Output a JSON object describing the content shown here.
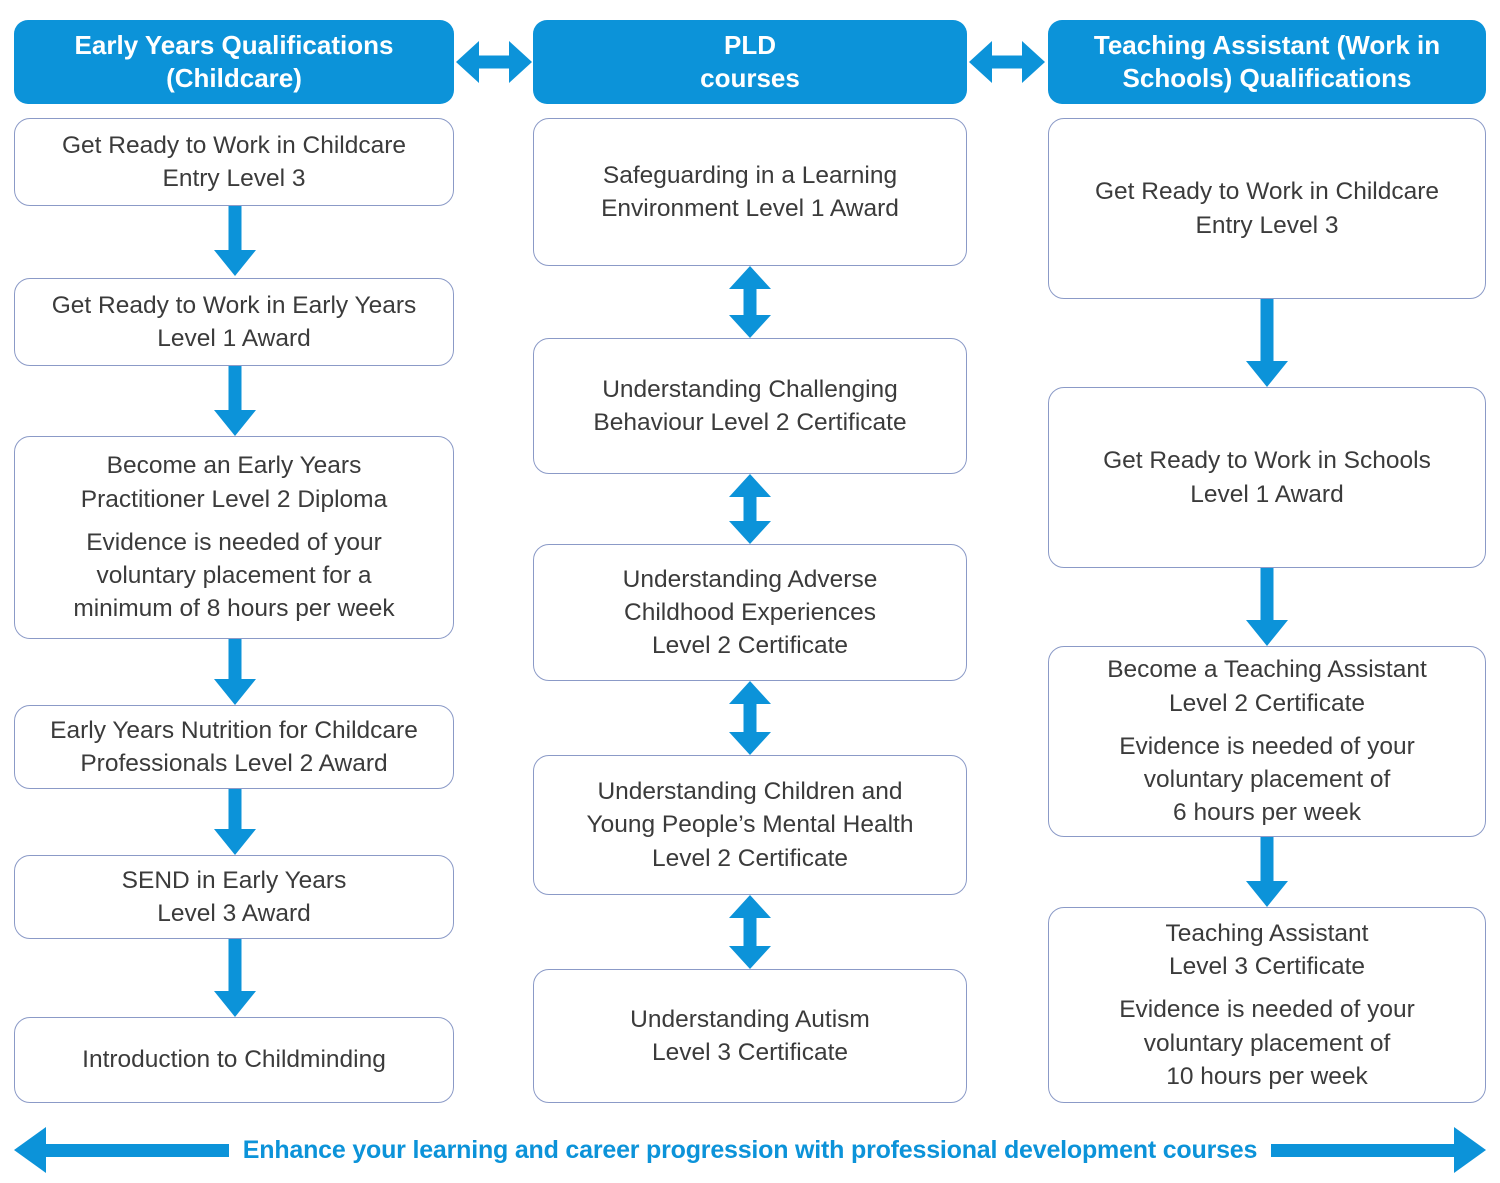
{
  "theme": {
    "accent_blue": "#0c93d9",
    "box_border": "#8b9ac7",
    "box_text": "#3b3b3b",
    "header_text": "#ffffff",
    "background": "#ffffff"
  },
  "columns": [
    {
      "id": "early-years",
      "header": "Early Years Qualifications\n(Childcare)",
      "connector_type": "single-down-arrow",
      "boxes": [
        {
          "title": "Get Ready to Work in Childcare\nEntry Level 3",
          "note": ""
        },
        {
          "title": "Get Ready to Work in Early Years\nLevel 1 Award",
          "note": ""
        },
        {
          "title": "Become an Early Years\nPractitioner Level 2 Diploma",
          "note": "Evidence is needed of your\nvoluntary placement for a\nminimum of 8 hours per week"
        },
        {
          "title": "Early Years Nutrition for Childcare\nProfessionals Level 2 Award",
          "note": ""
        },
        {
          "title": "SEND in Early Years\nLevel 3 Award",
          "note": ""
        },
        {
          "title": "Introduction to Childminding",
          "note": ""
        }
      ]
    },
    {
      "id": "pld-courses",
      "header": "PLD\ncourses",
      "connector_type": "double-vertical-arrow",
      "boxes": [
        {
          "title": "Safeguarding in a Learning\nEnvironment Level 1 Award",
          "note": ""
        },
        {
          "title": "Understanding Challenging\nBehaviour Level 2 Certificate",
          "note": ""
        },
        {
          "title": "Understanding Adverse\nChildhood Experiences\nLevel 2 Certificate",
          "note": ""
        },
        {
          "title": "Understanding Children and\nYoung People’s Mental Health\nLevel 2 Certificate",
          "note": ""
        },
        {
          "title": "Understanding Autism\nLevel 3 Certificate",
          "note": ""
        }
      ]
    },
    {
      "id": "teaching-assistant",
      "header": "Teaching Assistant (Work in\nSchools) Qualifications",
      "connector_type": "single-down-arrow",
      "boxes": [
        {
          "title": "Get Ready to Work in Childcare\nEntry Level 3",
          "note": ""
        },
        {
          "title": "Get Ready to Work in Schools\nLevel 1 Award",
          "note": ""
        },
        {
          "title": "Become a Teaching Assistant\nLevel 2 Certificate",
          "note": "Evidence is needed of your\nvoluntary placement of\n6 hours per week"
        },
        {
          "title": "Teaching Assistant\nLevel 3 Certificate",
          "note": "Evidence is needed of your\nvoluntary placement of\n10 hours per week"
        }
      ]
    }
  ],
  "header_connectors": [
    {
      "id": "connector-left-middle",
      "kind": "horizontal-double-arrow"
    },
    {
      "id": "connector-middle-right",
      "kind": "horizontal-double-arrow"
    }
  ],
  "bottom_banner": {
    "text": "Enhance your learning and career progression with professional development courses",
    "left_arrow": "arrow-left-icon",
    "right_arrow": "arrow-right-icon"
  }
}
